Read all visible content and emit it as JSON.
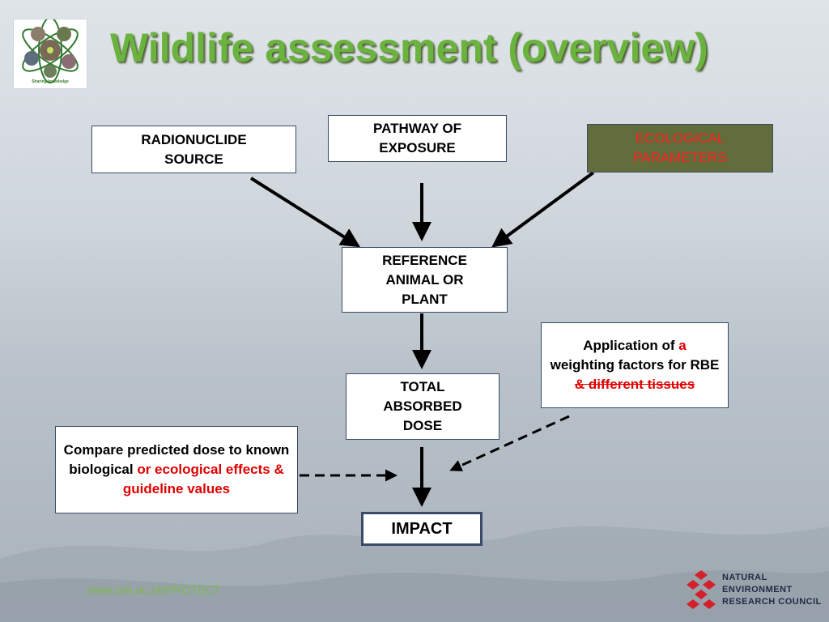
{
  "title": "Wildlife assessment (overview)",
  "logo_caption": "Sharing knowledge",
  "boxes": {
    "radionuclide_source": "RADIONUCLIDE SOURCE",
    "pathway_line1": "PATHWAY OF",
    "pathway_line2": "EXPOSURE",
    "ecological_parameters": "ECOLOGICAL PARAMETERS",
    "reference_animal": "REFERENCE ANIMAL OR PLANT",
    "total_absorbed_dose": "TOTAL ABSORBED DOSE",
    "impact": "IMPACT"
  },
  "weighting": {
    "part1": "Application of ",
    "part2_red": "a",
    "part3": " weighting factors for RBE ",
    "part4_red_strike": "& different tissues"
  },
  "compare": {
    "part1": "Compare predicted dose to known biological ",
    "part2_red": "or ecological effects & guideline values"
  },
  "footer": {
    "url": "www.ceh.ac.uk/PROTECT",
    "org_line1": "NATURAL",
    "org_line2": "ENVIRONMENT",
    "org_line3": "RESEARCH COUNCIL"
  },
  "colors": {
    "title": "#6ab33e",
    "eco_bg": "#616d3a",
    "red_text": "#e00000",
    "nerc_red": "#d4202a"
  }
}
